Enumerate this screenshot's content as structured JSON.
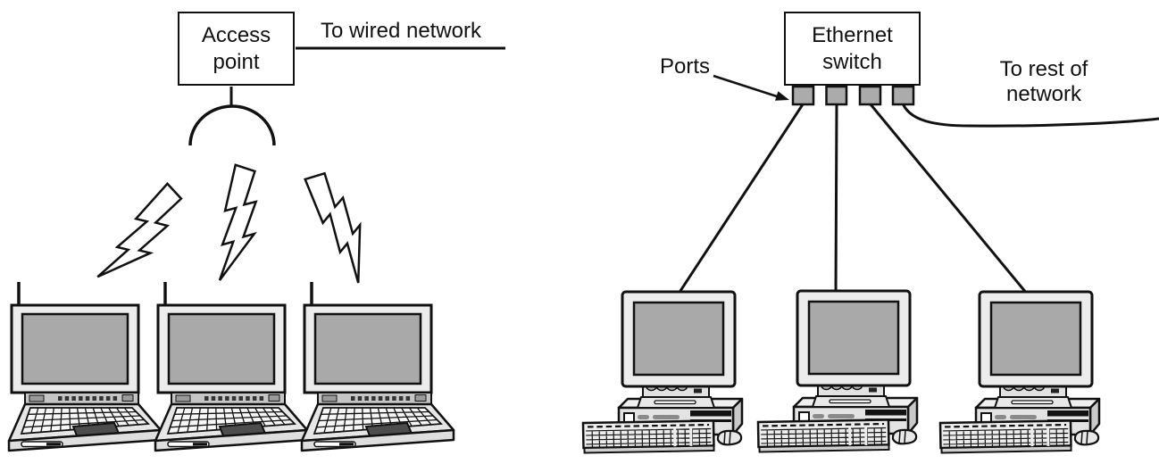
{
  "wireless_lan": {
    "access_point_label": "Access\npoint",
    "wired_link_label": "To wired network",
    "signal_count": 3,
    "laptop_count": 3
  },
  "wired_lan": {
    "switch_label": "Ethernet\nswitch",
    "ports_label": "Ports",
    "uplink_label": "To rest of\nnetwork",
    "port_count": 4,
    "computer_count": 3
  },
  "colors": {
    "line": "#111111",
    "screen_gray": "#a9a9a9",
    "device_light": "#ececec",
    "port_gray": "#ababab",
    "touchpad_dark": "#4d4d4d",
    "background": "#ffffff"
  }
}
